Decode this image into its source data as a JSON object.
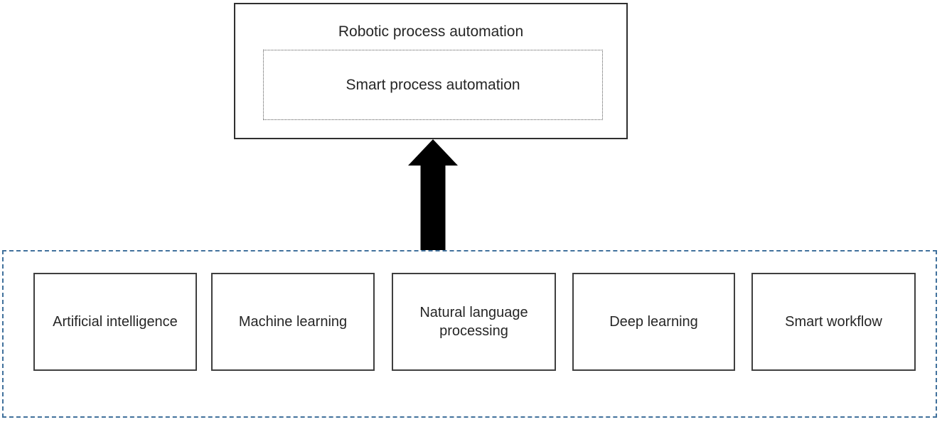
{
  "diagram": {
    "top_box": {
      "label": "Robotic process automation",
      "inner_box": {
        "label": "Smart process automation"
      }
    },
    "arrow": {
      "name": "up-arrow",
      "direction": "up",
      "color": "#000000"
    },
    "bottom_group": {
      "border_style": "dashed",
      "border_color": "#41719c",
      "items": [
        {
          "label": "Artificial intelligence"
        },
        {
          "label": "Machine learning"
        },
        {
          "label": "Natural language processing"
        },
        {
          "label": "Deep learning"
        },
        {
          "label": "Smart workflow"
        }
      ]
    },
    "colors": {
      "box_border": "#3f3f3f",
      "top_box_border": "#2f2f2f",
      "dotted_border": "#595959",
      "group_dashed_border": "#41719c",
      "text": "#262626",
      "background": "#ffffff"
    }
  }
}
